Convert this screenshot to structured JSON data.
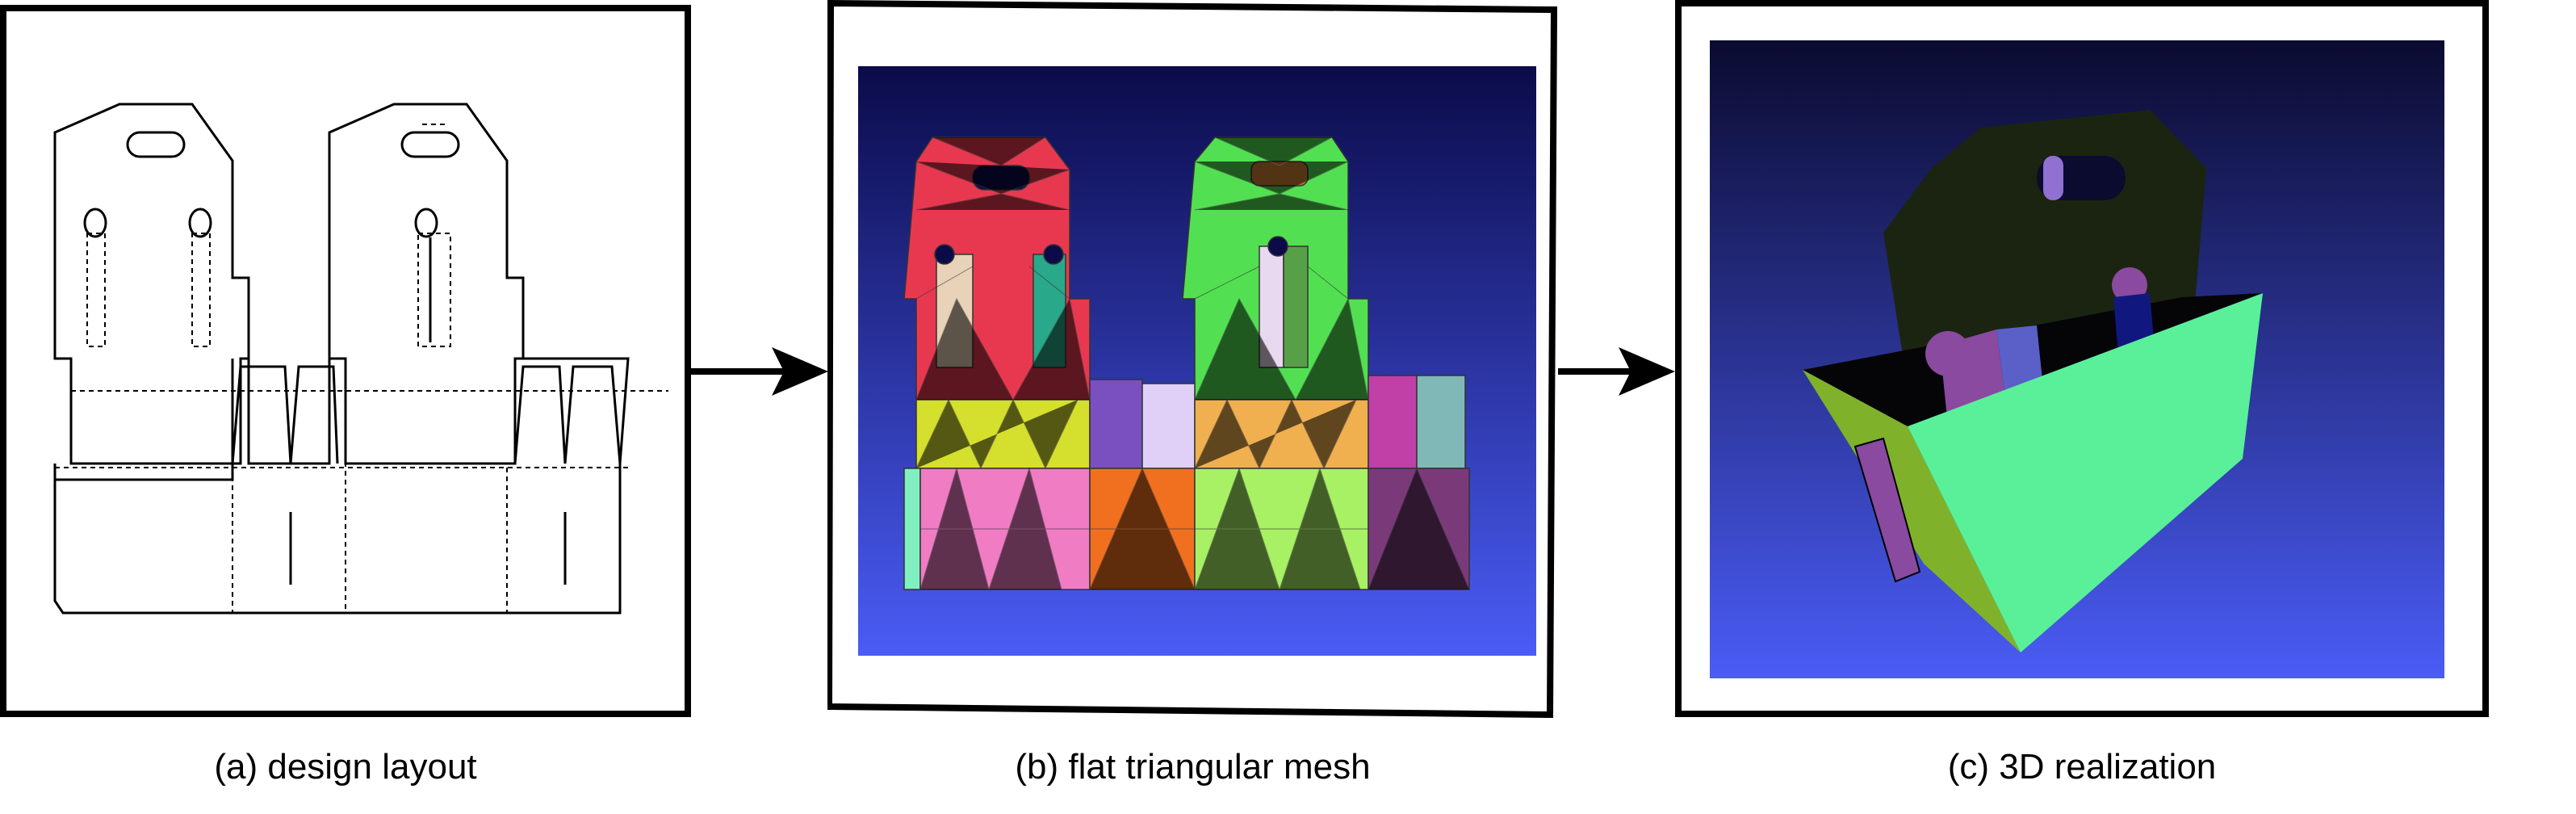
{
  "figure": {
    "panels": [
      {
        "id": "a",
        "caption": "(a) design layout"
      },
      {
        "id": "b",
        "caption": "(b) flat triangular mesh"
      },
      {
        "id": "c",
        "caption": "(c) 3D realization"
      }
    ]
  },
  "colors": {
    "background_top": "#0b0b4a",
    "background_bottom": "#4a5cf5",
    "red_panel": "#e8384f",
    "green_panel": "#52e052",
    "yellow_band": "#d4df2e",
    "pink_base": "#f07cc4",
    "orange_base": "#f07020",
    "lime_base": "#a8f064",
    "plum_base": "#7a3a7a",
    "box_side_green": "#5ad38a",
    "box_front_olive": "#7fb22a",
    "handle_dark": "#1b2410"
  }
}
